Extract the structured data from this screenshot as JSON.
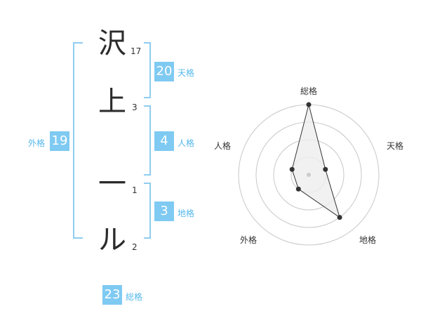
{
  "name": {
    "chars": [
      {
        "char": "沢",
        "strokes": "17"
      },
      {
        "char": "上",
        "strokes": "3"
      },
      {
        "char": "一",
        "strokes": "1"
      },
      {
        "char": "ル",
        "strokes": "2"
      }
    ]
  },
  "fortunes": {
    "tenkaku": {
      "value": "20",
      "label": "天格"
    },
    "jinkaku": {
      "value": "4",
      "label": "人格"
    },
    "chikaku": {
      "value": "3",
      "label": "地格"
    },
    "gaikaku": {
      "value": "19",
      "label": "外格"
    },
    "soukaku": {
      "value": "23",
      "label": "総格"
    }
  },
  "radar": {
    "axes": [
      "総格",
      "天格",
      "地格",
      "外格",
      "人格"
    ],
    "values": [
      4,
      1,
      3,
      1,
      1
    ],
    "max": 4,
    "rings": 4,
    "colors": {
      "ring": "#c8c8c8",
      "fill": "#eeeeee",
      "stroke": "#333333",
      "point": "#333333",
      "center": "#cccccc"
    }
  },
  "colors": {
    "accent": "#7fcaf2",
    "bracket": "#8fcdf0",
    "label": "#55b8ec"
  }
}
